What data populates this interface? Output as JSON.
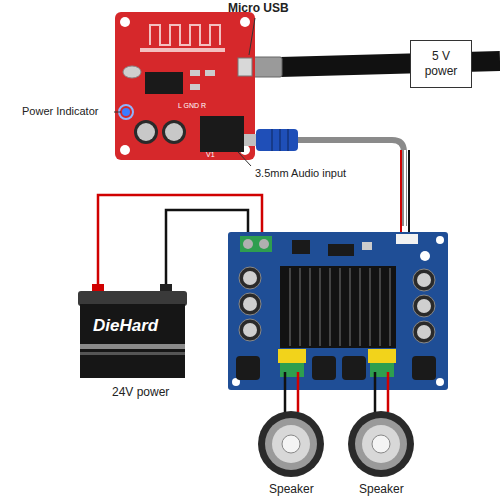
{
  "diagram": {
    "nodes": [
      {
        "text": [
          "5 V power"
        ]
      }
    ],
    "labels": [
      "Micro USB",
      "Power Indicator",
      "3.5mm Audio input",
      "24V power",
      "Speaker",
      "Speaker",
      "DieHard",
      "L GND R",
      "V1"
    ]
  }
}
